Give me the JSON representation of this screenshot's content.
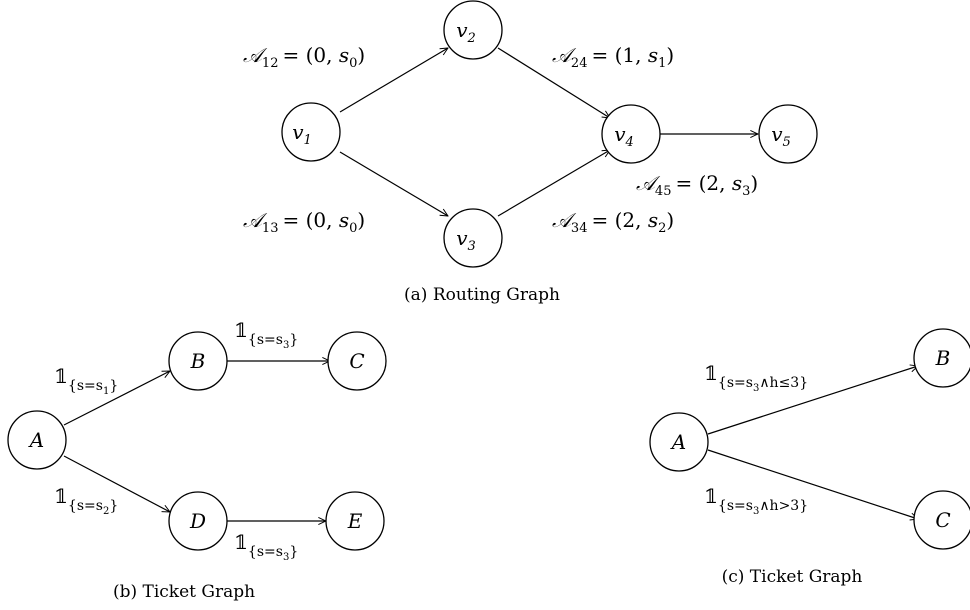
{
  "routing_graph": {
    "caption": "(a) Routing Graph",
    "nodes": {
      "v1": {
        "base": "v",
        "sub": "1"
      },
      "v2": {
        "base": "v",
        "sub": "2"
      },
      "v3": {
        "base": "v",
        "sub": "3"
      },
      "v4": {
        "base": "v",
        "sub": "4"
      },
      "v5": {
        "base": "v",
        "sub": "5"
      }
    },
    "edges": {
      "a12": {
        "symbol": "𝒜",
        "sub": "12",
        "value": "= (0, ",
        "s": "s",
        "s_sub": "0",
        "close": ")"
      },
      "a13": {
        "symbol": "𝒜",
        "sub": "13",
        "value": "= (0, ",
        "s": "s",
        "s_sub": "0",
        "close": ")"
      },
      "a24": {
        "symbol": "𝒜",
        "sub": "24",
        "value": "= (1, ",
        "s": "s",
        "s_sub": "1",
        "close": ")"
      },
      "a34": {
        "symbol": "𝒜",
        "sub": "34",
        "value": "= (2, ",
        "s": "s",
        "s_sub": "2",
        "close": ")"
      },
      "a45": {
        "symbol": "𝒜",
        "sub": "45",
        "value": "= (2, ",
        "s": "s",
        "s_sub": "3",
        "close": ")"
      }
    }
  },
  "ticket_graph_b": {
    "caption": "(b) Ticket Graph",
    "nodes": {
      "A": "A",
      "B": "B",
      "C": "C",
      "D": "D",
      "E": "E"
    },
    "edges": {
      "ab": {
        "symbol": "𝟙",
        "cond": "{s=s",
        "cond_sub": "1",
        "close": "}"
      },
      "ad": {
        "symbol": "𝟙",
        "cond": "{s=s",
        "cond_sub": "2",
        "close": "}"
      },
      "bc": {
        "symbol": "𝟙",
        "cond": "{s=s",
        "cond_sub": "3",
        "close": "}"
      },
      "de": {
        "symbol": "𝟙",
        "cond": "{s=s",
        "cond_sub": "3",
        "close": "}"
      }
    }
  },
  "ticket_graph_c": {
    "caption": "(c) Ticket Graph",
    "nodes": {
      "A": "A",
      "B": "B",
      "C": "C"
    },
    "edges": {
      "ab": {
        "symbol": "𝟙",
        "cond": "{s=s",
        "cond_sub": "3",
        "rest": "∧h≤3}"
      },
      "ac": {
        "symbol": "𝟙",
        "cond": "{s=s",
        "cond_sub": "3",
        "rest": "∧h>3}"
      }
    }
  }
}
